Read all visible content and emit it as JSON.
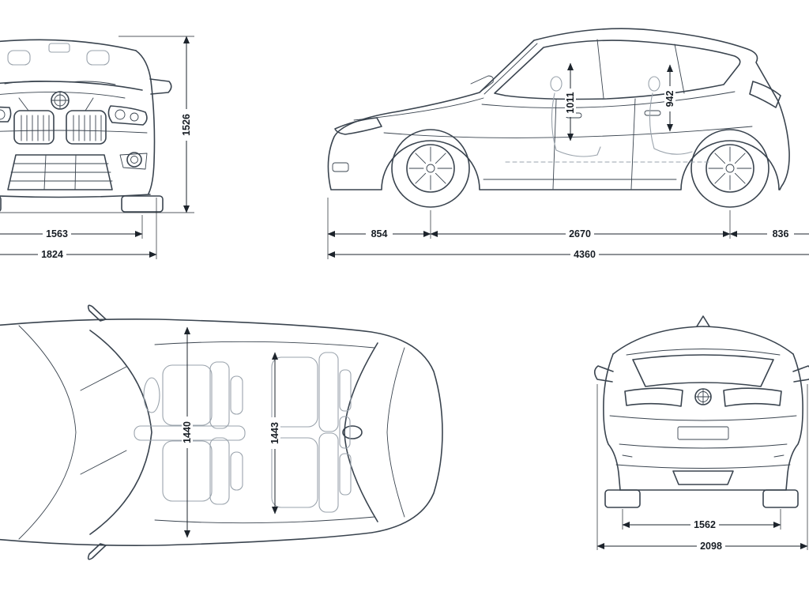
{
  "colors": {
    "car_line": "#3a444f",
    "dim_line": "#1d242c"
  },
  "labels": {
    "front_height": "1526",
    "front_track": "1563",
    "front_width": "1824",
    "front_headroom": "1011",
    "rear_headroom": "942",
    "front_overhang": "854",
    "wheelbase": "2670",
    "rear_overhang": "836",
    "length": "4360",
    "cabin_width_front": "1440",
    "cabin_width_rear": "1443",
    "rear_track": "1562",
    "rear_width": "2098"
  }
}
